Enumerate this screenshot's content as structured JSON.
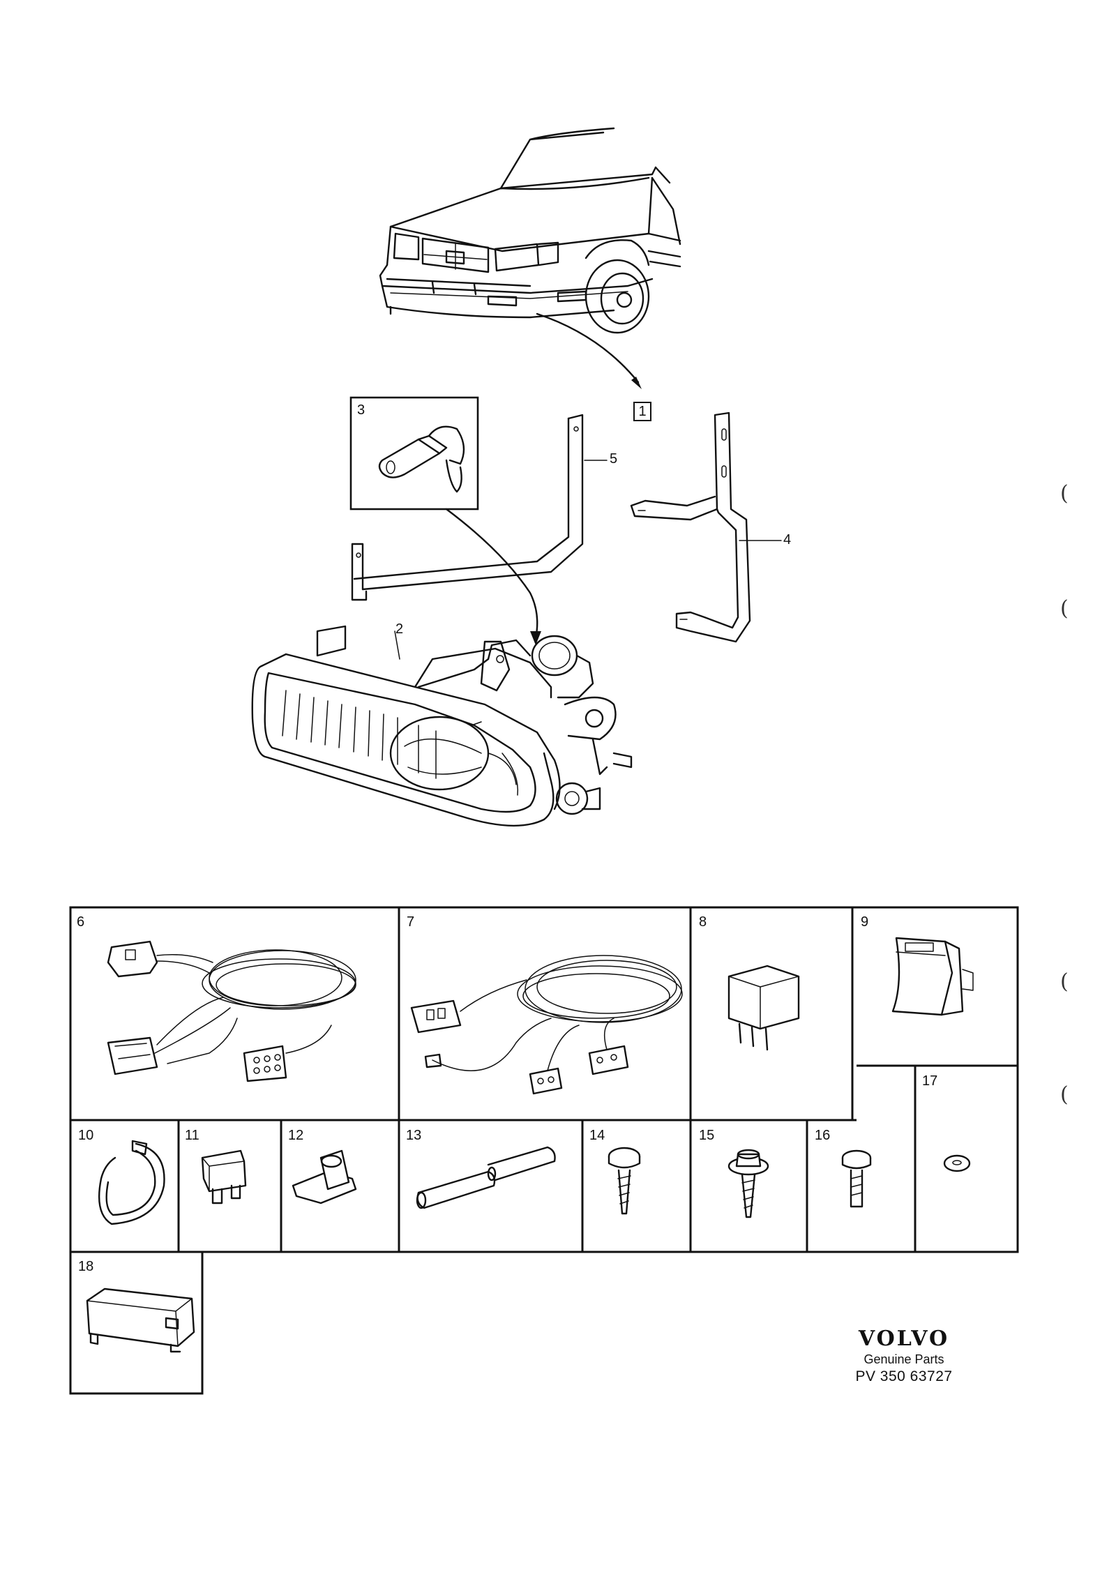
{
  "callouts": {
    "c1": "1",
    "c2": "2",
    "c3": "3",
    "c4": "4",
    "c5": "5",
    "c6": "6",
    "c7": "7",
    "c8": "8",
    "c9": "9",
    "c10": "10",
    "c11": "11",
    "c12": "12",
    "c13": "13",
    "c14": "14",
    "c15": "15",
    "c16": "16",
    "c17": "17",
    "c18": "18"
  },
  "margin_marks": [
    "(",
    "(",
    "(",
    "("
  ],
  "footer": {
    "brand": "VOLVO",
    "tagline": "Genuine Parts",
    "code": "PV 350 63727"
  }
}
